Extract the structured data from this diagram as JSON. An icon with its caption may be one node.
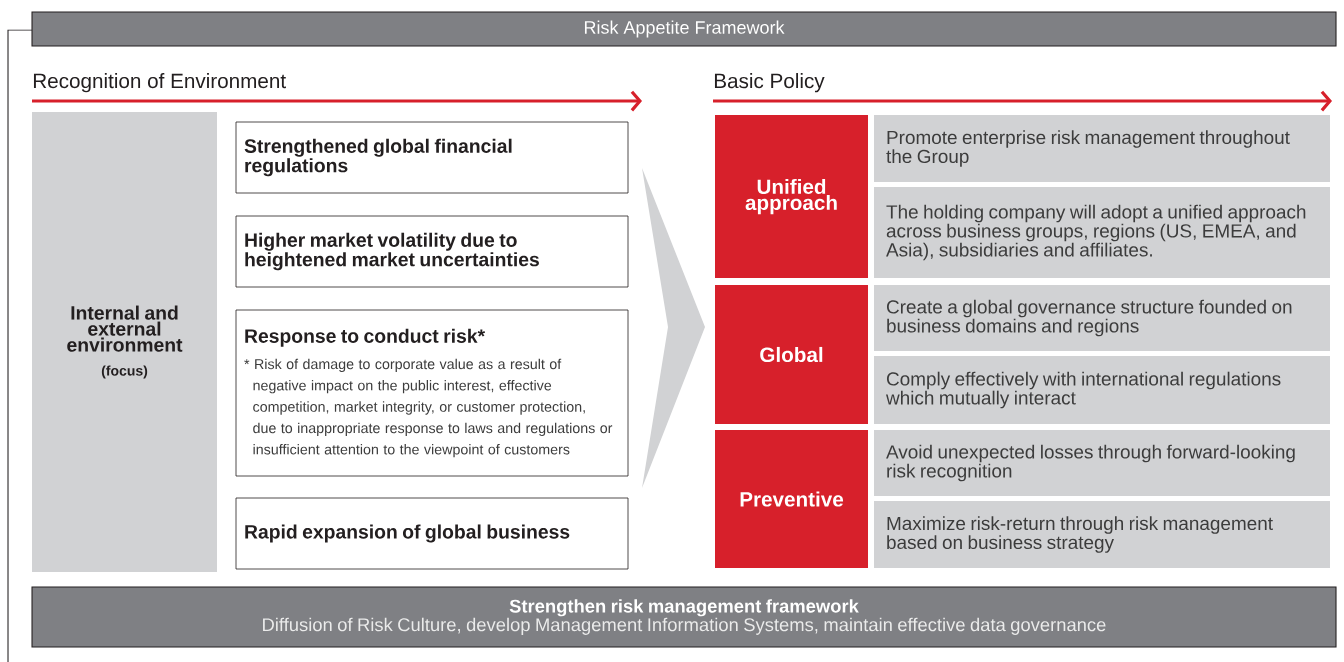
{
  "diagram": {
    "title": "Risk Appetite Framework",
    "nodes": [
      {
        "text": [
          "Internal and external environment",
          "(focus)"
        ]
      },
      {
        "text": [
          "Strengthened global financial regulations"
        ]
      },
      {
        "text": [
          "Higher market volatility due to heightened market uncertainties"
        ]
      },
      {
        "text": [
          "Response to conduct risk*",
          "* Risk of damage to corporate value as a result of negative impact on the public interest, effective competition, market integrity, or customer protection, due to inappropriate response to laws and regulations or insufficient attention to the viewpoint of customers"
        ]
      },
      {
        "text": [
          "Rapid expansion of global business"
        ]
      },
      {
        "text": [
          "Unified approach"
        ]
      },
      {
        "text": [
          "Global"
        ]
      },
      {
        "text": [
          "Preventive"
        ]
      },
      {
        "text": [
          "Promote enterprise risk management throughout the Group"
        ]
      },
      {
        "text": [
          "The holding company will adopt a unified approach across business groups, regions (US, EMEA, and Asia), subsidiaries and affiliates."
        ]
      },
      {
        "text": [
          "Create a global governance structure founded on business domains and regions"
        ]
      },
      {
        "text": [
          "Comply effectively with international regulations which mutually interact"
        ]
      },
      {
        "text": [
          "Avoid unexpected losses through forward-looking risk recognition"
        ]
      },
      {
        "text": [
          "Maximize risk-return through risk management based on business strategy"
        ]
      },
      {
        "text": [
          "Strengthen risk management framework",
          "Diffusion of Risk Culture, develop Management Information Systems, maintain effective data governance"
        ]
      }
    ],
    "labels": [
      "Recognition of Environment",
      "Basic Policy"
    ]
  }
}
